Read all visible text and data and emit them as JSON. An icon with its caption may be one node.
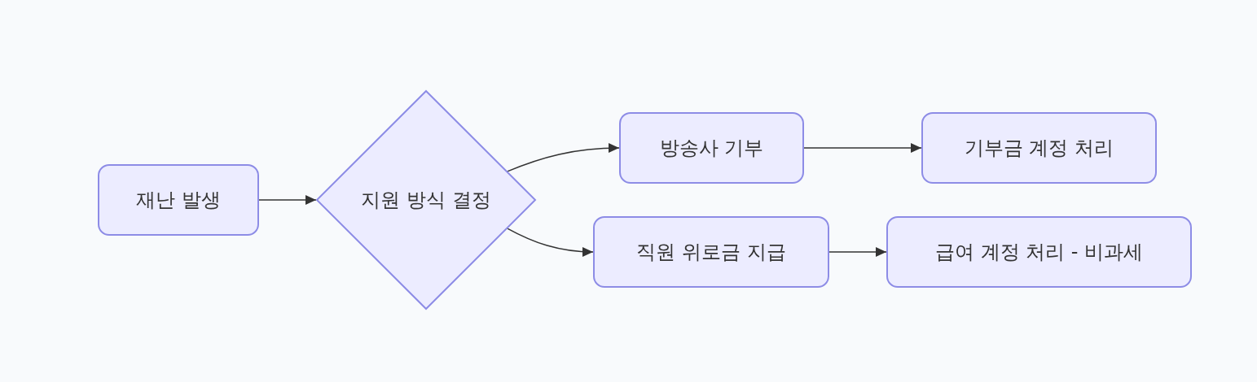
{
  "diagram": {
    "nodes": [
      {
        "text": [
          "재난 발생"
        ]
      },
      {
        "text": [
          "지원 방식 결정"
        ]
      },
      {
        "text": [
          "방송사 기부"
        ]
      },
      {
        "text": [
          "기부금 계정 처리"
        ]
      },
      {
        "text": [
          "직원 위로금 지급"
        ]
      },
      {
        "text": [
          "급여 계정 처리 - 비과세"
        ]
      }
    ],
    "edges": [
      {
        "from": 0,
        "to": 1,
        "arrow": "to"
      },
      {
        "from": 1,
        "to": 2,
        "arrow": "to"
      },
      {
        "from": 1,
        "to": 4,
        "arrow": "to"
      },
      {
        "from": 2,
        "to": 3,
        "arrow": "to"
      },
      {
        "from": 4,
        "to": 5,
        "arrow": "to"
      }
    ]
  }
}
